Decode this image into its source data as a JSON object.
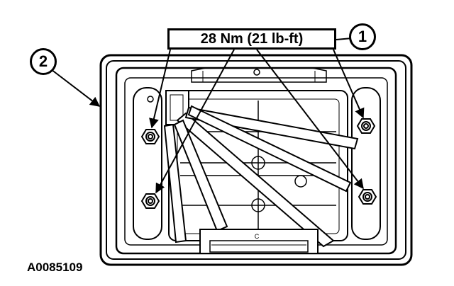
{
  "torque_spec": "28 Nm (21 lb-ft)",
  "callouts": [
    "1",
    "2"
  ],
  "part_marking": "C",
  "figure_id": "A0085109",
  "icons": {
    "bolt": "hex-nut-bolt-icon",
    "tray": "battery-tray-icon"
  }
}
